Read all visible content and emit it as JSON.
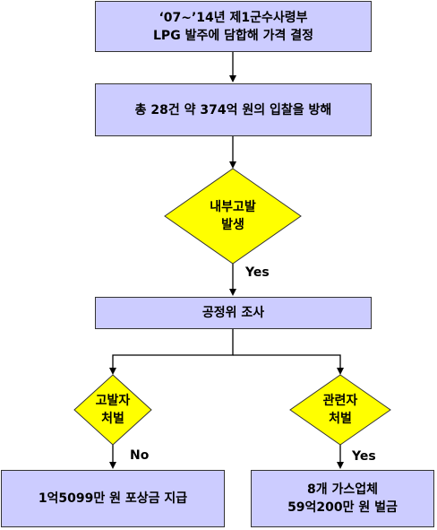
{
  "nodes": {
    "decision_box": {
      "line1": "‘07~’14년 제1군수사령부",
      "line2": "LPG 발주에 담합해 가격 결정"
    },
    "obstruction_box": {
      "text": "총 28건 약 374억 원의 입찰을 방해"
    },
    "internal_report_diamond": {
      "line1": "내부고발",
      "line2": "발생"
    },
    "ftc_box": {
      "text": "공정위 조사"
    },
    "whistleblower_diamond": {
      "line1": "고발자",
      "line2": "처벌"
    },
    "related_party_diamond": {
      "line1": "관련자",
      "line2": "처벌"
    },
    "reward_box": {
      "text": "1억5099만 원 포상금 지급"
    },
    "fine_box": {
      "line1": "8개 가스업체",
      "line2": "59억200만 원 벌금"
    }
  },
  "edges": {
    "yes_after_report": "Yes",
    "no_whistleblower": "No",
    "yes_related": "Yes"
  },
  "colors": {
    "box_fill": "#ccccff",
    "diamond_fill": "#ffff00",
    "stroke": "#333333"
  }
}
